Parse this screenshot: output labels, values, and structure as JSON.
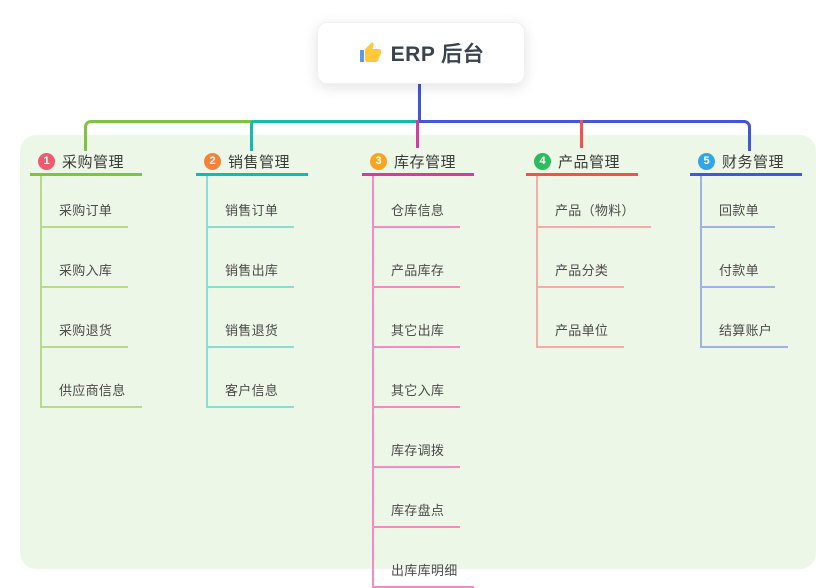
{
  "root": {
    "label": "ERP 后台",
    "icon": "thumbs-up-icon",
    "connector_color": "#4156D8"
  },
  "branches": [
    {
      "num": "1",
      "label": "采购管理",
      "badge_color": "#EC5B6E",
      "line_color": "#80C342",
      "child_line_color": "#B5DC8D",
      "children": [
        "采购订单",
        "采购入库",
        "采购退货",
        "供应商信息"
      ]
    },
    {
      "num": "2",
      "label": "销售管理",
      "badge_color": "#F5823B",
      "line_color": "#14BAAE",
      "child_line_color": "#8CDCD3",
      "children": [
        "销售订单",
        "销售出库",
        "销售退货",
        "客户信息"
      ]
    },
    {
      "num": "3",
      "label": "库存管理",
      "badge_color": "#F9A61E",
      "line_color": "#D43C9E",
      "child_line_color": "#F08CC6",
      "children": [
        "仓库信息",
        "产品库存",
        "其它出库",
        "其它入库",
        "库存调拨",
        "库存盘点",
        "出库库明细"
      ]
    },
    {
      "num": "4",
      "label": "产品管理",
      "badge_color": "#2CBC5C",
      "line_color": "#F05152",
      "child_line_color": "#F7ABA6",
      "children": [
        "产品（物料）",
        "产品分类",
        "产品单位"
      ]
    },
    {
      "num": "5",
      "label": "财务管理",
      "badge_color": "#33A6E5",
      "line_color": "#4156D8",
      "child_line_color": "#9FB2E4",
      "children": [
        "回款单",
        "付款单",
        "结算账户"
      ]
    }
  ]
}
